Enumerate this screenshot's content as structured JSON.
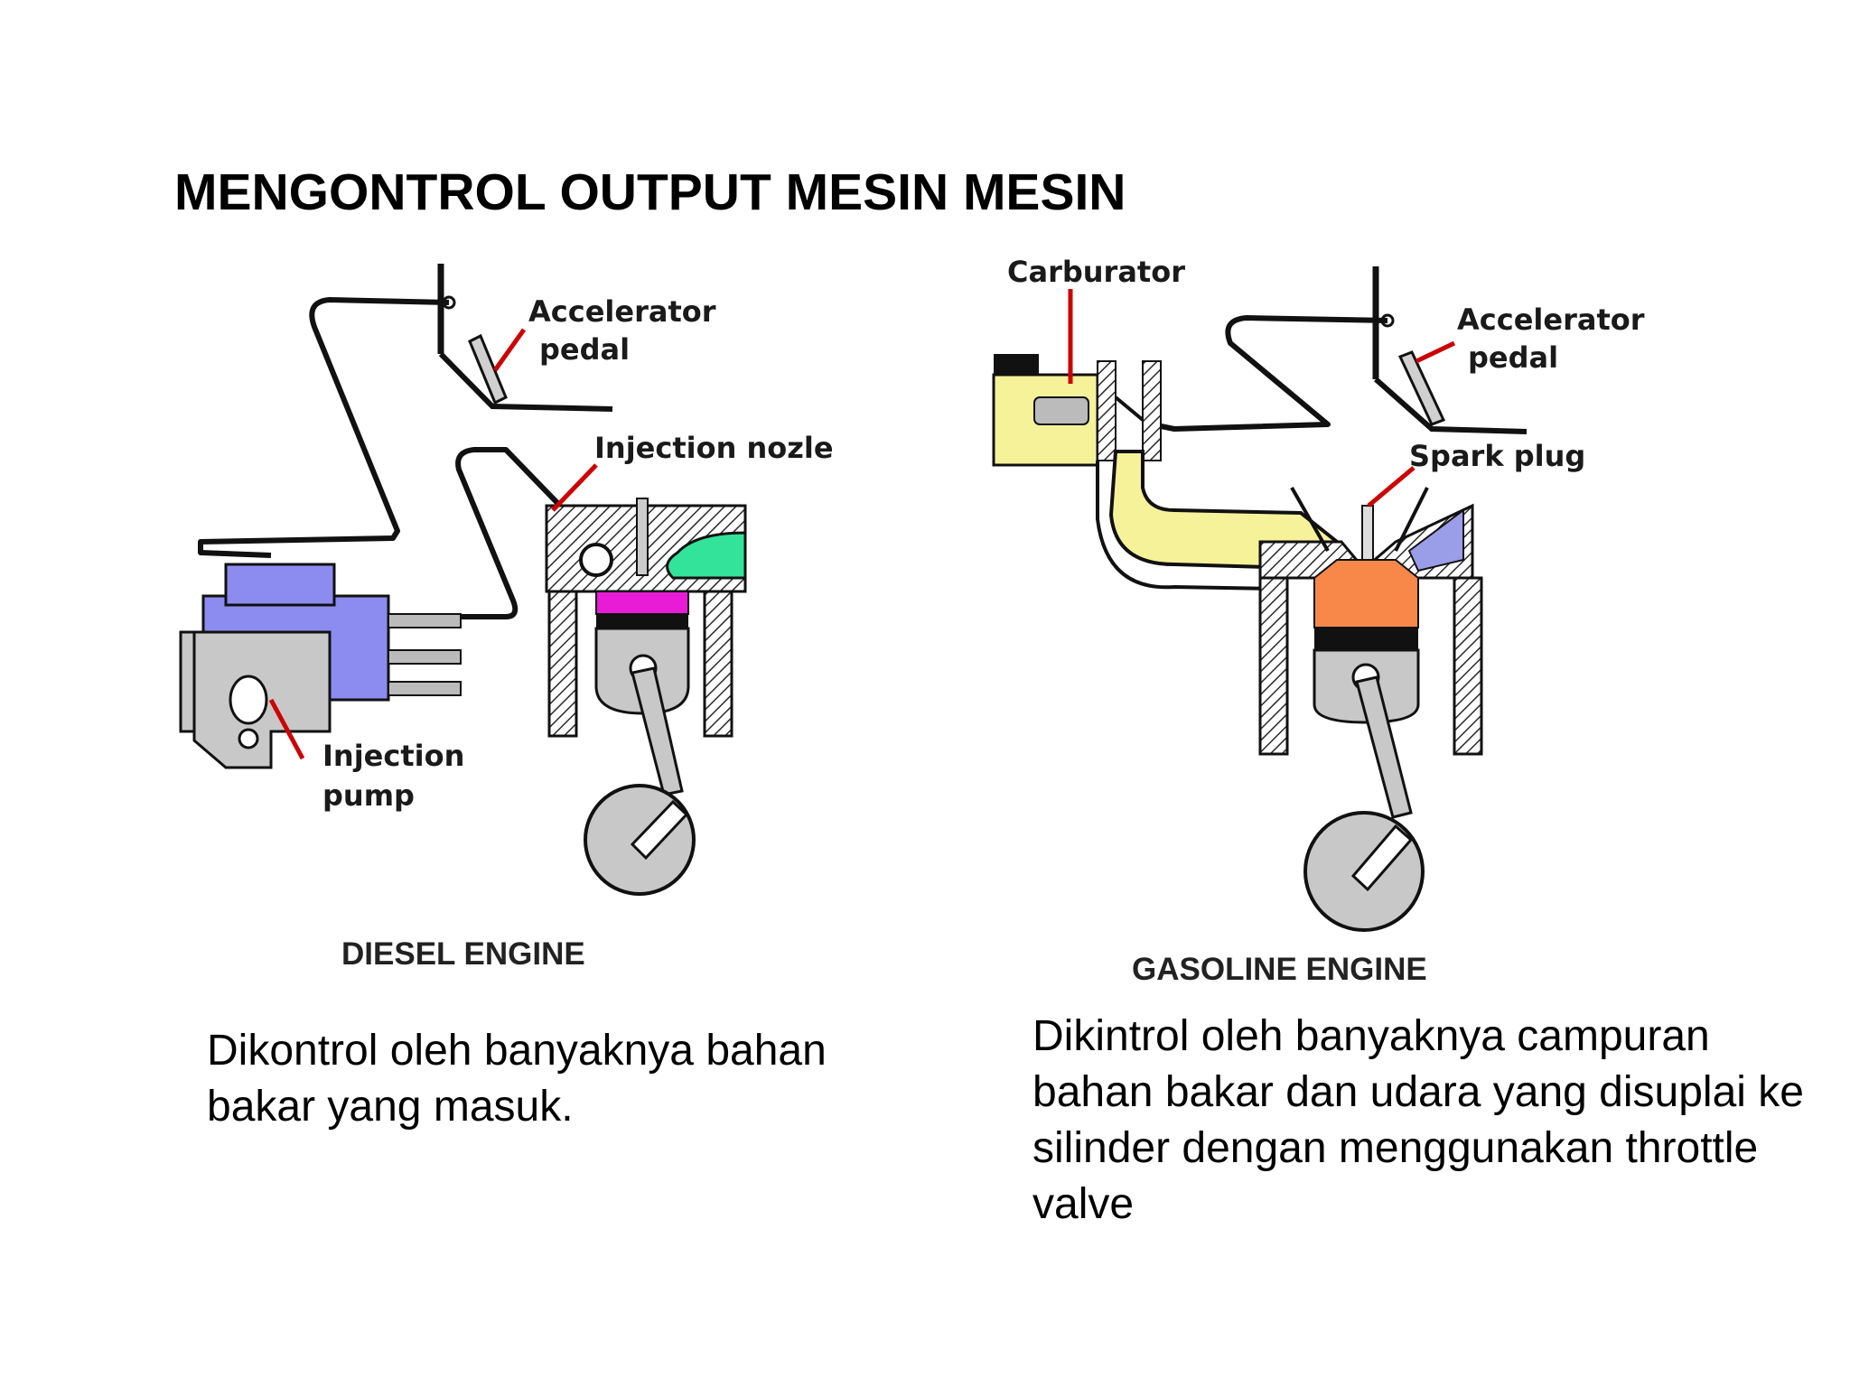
{
  "title": "MENGONTROL OUTPUT MESIN MESIN",
  "diesel": {
    "engine_label": "DIESEL ENGINE",
    "accelerator_line1": "Accelerator",
    "accelerator_line2": "pedal",
    "injection_nozzle": "Injection nozle",
    "injection_pump_line1": "Injection",
    "injection_pump_line2": "pump",
    "description": "Dikontrol oleh banyaknya bahan bakar yang masuk."
  },
  "gasoline": {
    "engine_label": "GASOLINE ENGINE",
    "carburator": "Carburator",
    "accelerator_line1": "Accelerator",
    "accelerator_line2": "pedal",
    "spark_plug": "Spark plug",
    "description": "Dikintrol oleh banyaknya campuran bahan bakar dan udara yang disuplai ke silinder dengan menggunakan throttle valve"
  },
  "colors": {
    "pump_body": "#c8c8c8",
    "pump_top": "#8c8cf0",
    "intake_green": "#33e39a",
    "diesel_fuel_magenta": "#e81cd6",
    "carb_yellow": "#f5f29a",
    "combustion_orange": "#f7884a",
    "exhaust_blue": "#9a9ee8",
    "pointer_red": "#cc0000"
  }
}
